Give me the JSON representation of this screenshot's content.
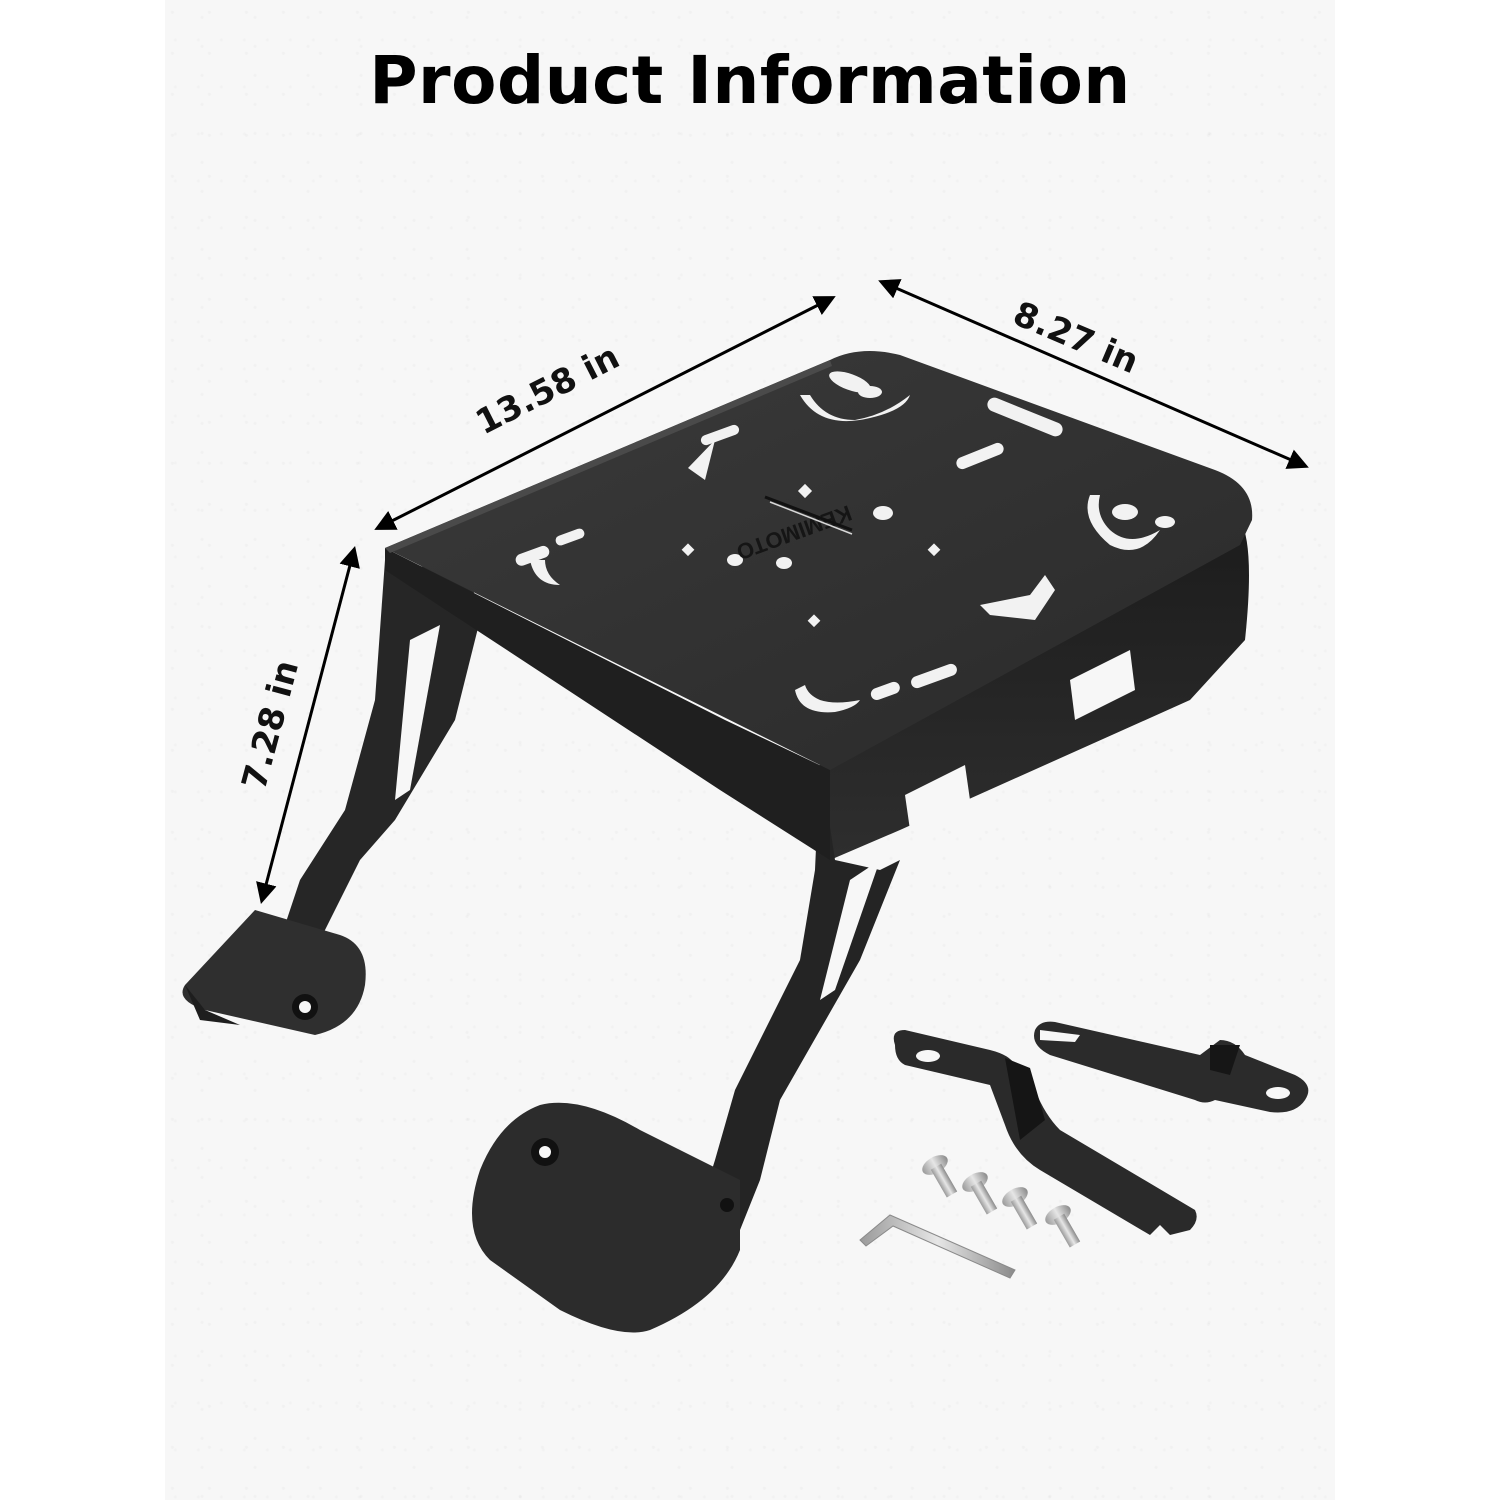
{
  "header": {
    "title": "Product Information"
  },
  "product": {
    "name": "Rear luggage rack plate",
    "brand_mark": "KEMIMOTO",
    "color": "#2b2b2b",
    "finish": "matte black"
  },
  "dimensions": {
    "length": {
      "value": "13.58 in",
      "axis": "plate length (diagonal, left-front edge)"
    },
    "width": {
      "value": "8.27 in",
      "axis": "plate width (diagonal, right edge)"
    },
    "height": {
      "value": "7.28 in",
      "axis": "leg height"
    }
  },
  "included_hardware": {
    "brackets": 2,
    "screws": 4,
    "hex_key": 1
  },
  "colors": {
    "background": "#f7f7f7",
    "page_margin": "#ffffff",
    "metal": "#2b2b2b",
    "metal_highlight": "#4a4a4a",
    "text": "#000000",
    "screw": "#c8c8c8"
  }
}
